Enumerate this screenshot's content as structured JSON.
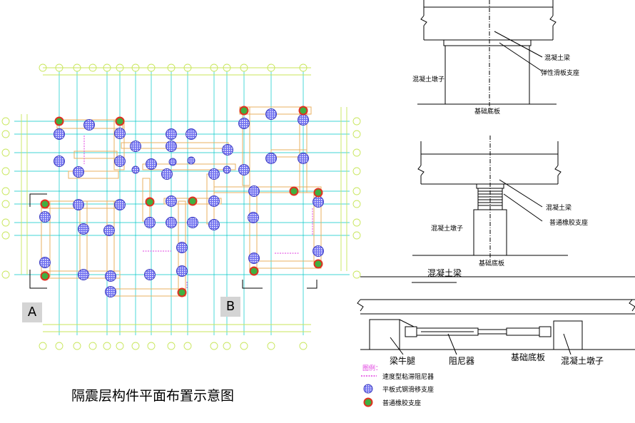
{
  "caption": "隔震层构件平面布置示意图",
  "section_a": "A",
  "section_b": "B",
  "detail_top": {
    "beam": "混凝土梁",
    "bearing": "弹性滑板支座",
    "pier": "混凝土墩子",
    "base": "基础底板"
  },
  "detail_middle": {
    "beam": "混凝土梁",
    "bearing": "普通橡胶支座",
    "pier": "混凝土墩子",
    "base": "基础底板"
  },
  "detail_bottom": {
    "beam": "混凝土梁",
    "corbel": "梁牛腿",
    "damper": "阻尼器",
    "base": "基础底板",
    "pier": "混凝土墩子"
  },
  "legend": {
    "title": "图例：",
    "items": [
      {
        "label": "速度型粘滞阻尼器",
        "icon": "damper-line-icon"
      },
      {
        "label": "平板式钢滑移支座",
        "icon": "sliding-bearing-icon"
      },
      {
        "label": "普通橡胶支座",
        "icon": "rubber-bearing-icon"
      }
    ]
  },
  "colors": {
    "grid": "#00c8c8",
    "dim": "#c8e65a",
    "beam": "#e8b060",
    "bearing_fill": "#5050e0",
    "rubber_ring": "#e03020",
    "damper": "#e040e0"
  }
}
